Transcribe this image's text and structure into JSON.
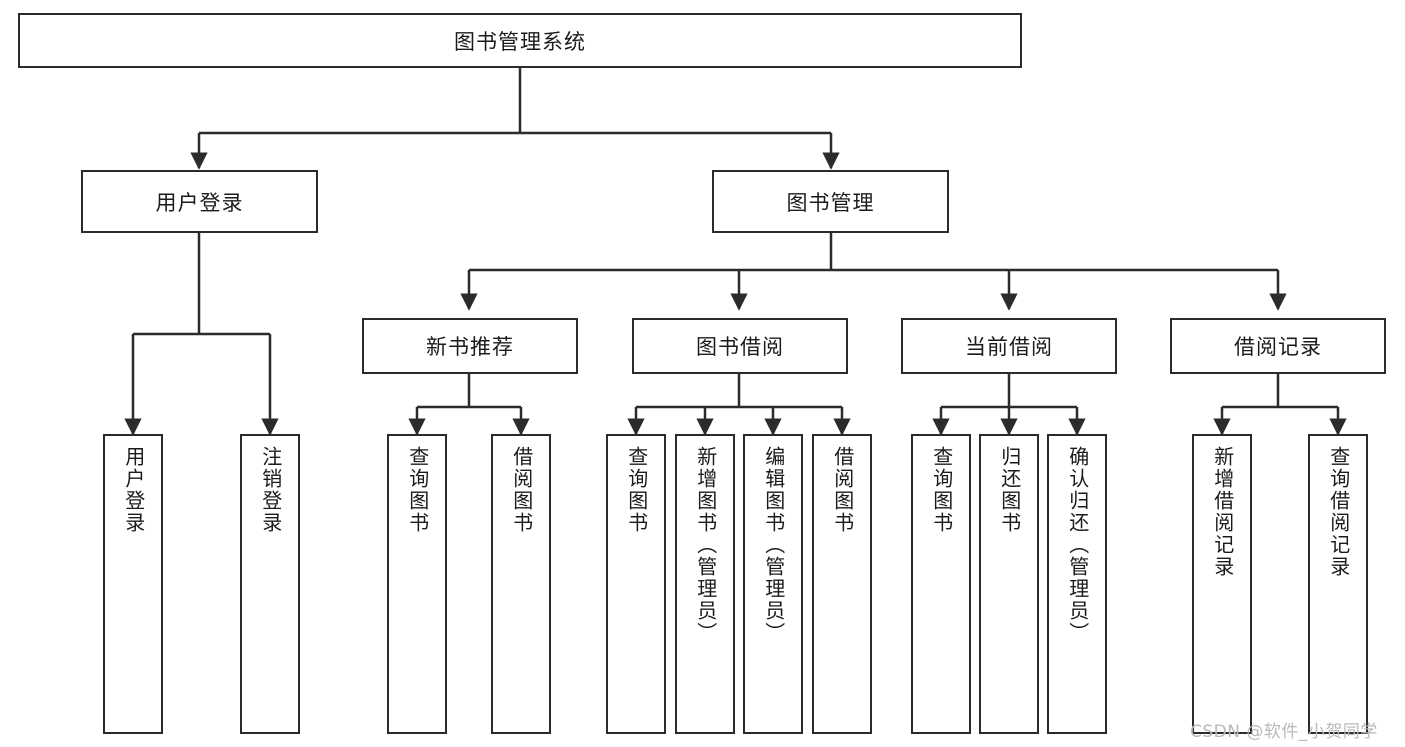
{
  "diagram": {
    "title_node": {
      "label": "图书管理系统"
    },
    "level2": [
      {
        "id": "user-login",
        "label": "用户登录"
      },
      {
        "id": "book-management",
        "label": "图书管理"
      }
    ],
    "level3": [
      {
        "id": "new-book-recommend",
        "label": "新书推荐"
      },
      {
        "id": "book-borrow",
        "label": "图书借阅"
      },
      {
        "id": "current-borrow",
        "label": "当前借阅"
      },
      {
        "id": "borrow-record",
        "label": "借阅记录"
      }
    ],
    "leaves": {
      "user_login": [
        {
          "id": "leaf-user-login",
          "label": "用户登录"
        },
        {
          "id": "leaf-logout-login",
          "label": "注销登录"
        }
      ],
      "new_book_recommend": [
        {
          "id": "leaf-query-book-1",
          "label": "查询图书"
        },
        {
          "id": "leaf-borrow-book-1",
          "label": "借阅图书"
        }
      ],
      "book_borrow": [
        {
          "id": "leaf-query-book-2",
          "label": "查询图书"
        },
        {
          "id": "leaf-add-book",
          "label": "新增图书（管理员）"
        },
        {
          "id": "leaf-edit-book",
          "label": "编辑图书（管理员）"
        },
        {
          "id": "leaf-borrow-book-2",
          "label": "借阅图书"
        }
      ],
      "current_borrow": [
        {
          "id": "leaf-query-book-3",
          "label": "查询图书"
        },
        {
          "id": "leaf-return-book",
          "label": "归还图书"
        },
        {
          "id": "leaf-confirm-return",
          "label": "确认归还（管理员）"
        }
      ],
      "borrow_record": [
        {
          "id": "leaf-add-record",
          "label": "新增借阅记录"
        },
        {
          "id": "leaf-query-record",
          "label": "查询借阅记录"
        }
      ]
    },
    "watermark": "CSDN @软件_小贺同学",
    "colors": {
      "box_border": "#2b2b2b",
      "box_fill": "#ffffff",
      "line": "#2b2b2b",
      "text": "#1b1b1b",
      "watermark": "#b9b9b9"
    }
  }
}
